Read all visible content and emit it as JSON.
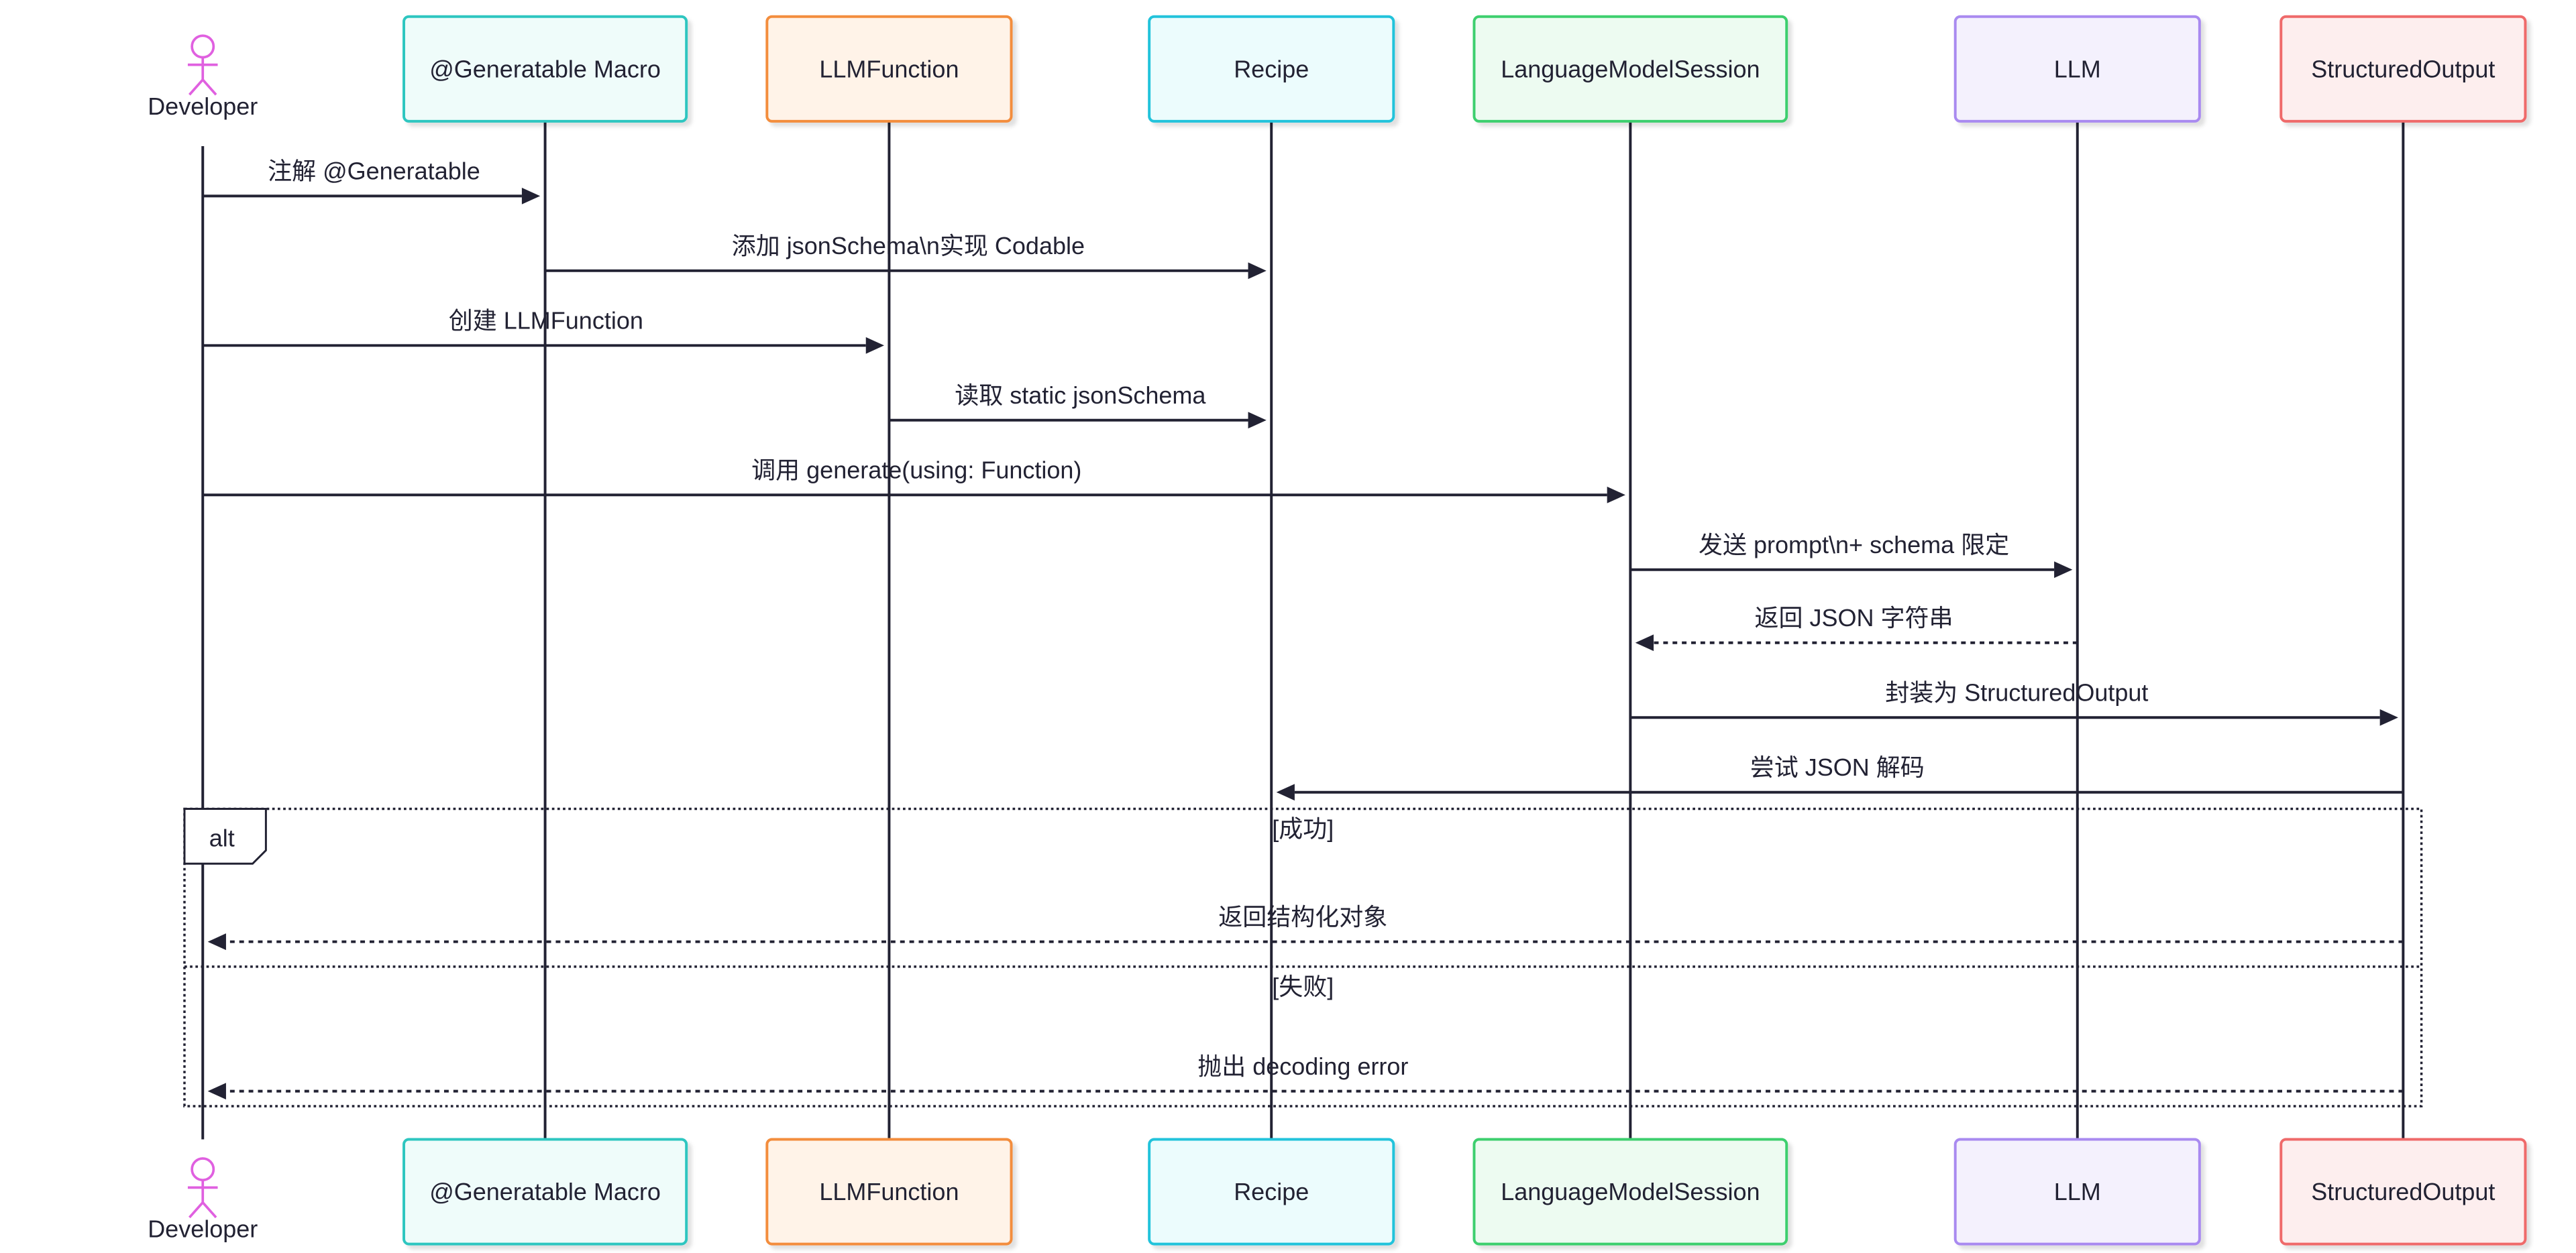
{
  "participants": [
    {
      "key": "dev",
      "label": "Developer",
      "kind": "actor",
      "color": "#e060e0",
      "fill": "#ffffff"
    },
    {
      "key": "macro",
      "label": "@Generatable Macro",
      "kind": "box",
      "color": "#2fc6c0",
      "fill": "#effcfa"
    },
    {
      "key": "fn",
      "label": "LLMFunction",
      "kind": "box",
      "color": "#f38d3c",
      "fill": "#fff3e8"
    },
    {
      "key": "recipe",
      "label": "Recipe",
      "kind": "box",
      "color": "#22c3db",
      "fill": "#ecfcfd"
    },
    {
      "key": "session",
      "label": "LanguageModelSession",
      "kind": "box",
      "color": "#3ccf6e",
      "fill": "#edfbf1"
    },
    {
      "key": "llm",
      "label": "LLM",
      "kind": "box",
      "color": "#a98af0",
      "fill": "#f4f1fd"
    },
    {
      "key": "out",
      "label": "StructuredOutput",
      "kind": "box",
      "color": "#ef6b6b",
      "fill": "#fdeeee"
    }
  ],
  "messages": [
    {
      "from": "dev",
      "to": "macro",
      "label": "注解 @Generatable",
      "dashed": false
    },
    {
      "from": "macro",
      "to": "recipe",
      "label": "添加 jsonSchema\\n实现 Codable",
      "dashed": false
    },
    {
      "from": "dev",
      "to": "fn",
      "label": "创建 LLMFunction",
      "dashed": false
    },
    {
      "from": "fn",
      "to": "recipe",
      "label": "读取 static jsonSchema",
      "dashed": false
    },
    {
      "from": "dev",
      "to": "session",
      "label": "调用 generate(using: Function)",
      "dashed": false
    },
    {
      "from": "session",
      "to": "llm",
      "label": "发送 prompt\\n+ schema 限定",
      "dashed": false
    },
    {
      "from": "llm",
      "to": "session",
      "label": "返回 JSON 字符串",
      "dashed": true
    },
    {
      "from": "session",
      "to": "out",
      "label": "封装为 StructuredOutput",
      "dashed": false
    },
    {
      "from": "out",
      "to": "recipe",
      "label": "尝试 JSON 解码",
      "dashed": false
    },
    {
      "from": "out",
      "to": "dev",
      "label": "返回结构化对象",
      "dashed": true
    },
    {
      "from": "out",
      "to": "dev",
      "label": "抛出 decoding error",
      "dashed": true
    }
  ],
  "alt_frame": {
    "label": "alt",
    "conditions": [
      "[成功]",
      "[失败]"
    ]
  },
  "colors": {
    "line": "#222233",
    "frame": "#222233"
  }
}
